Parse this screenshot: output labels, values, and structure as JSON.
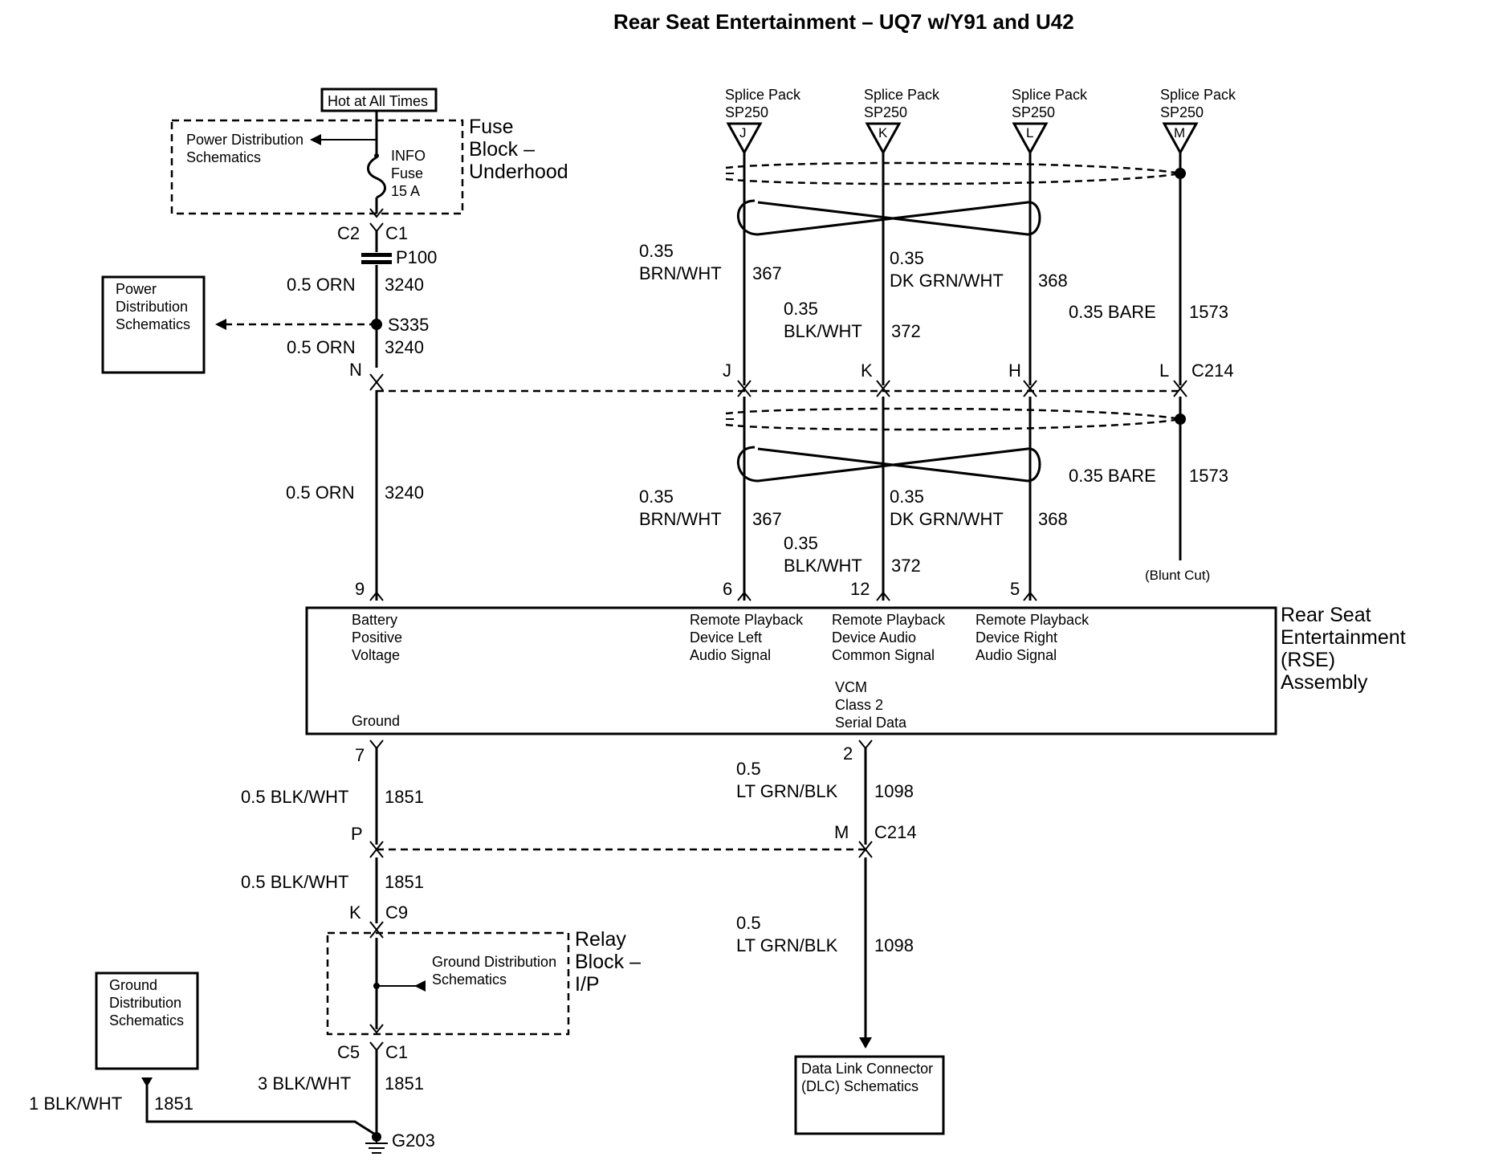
{
  "title": "Rear Seat Entertainment – UQ7  w/Y91  and U42",
  "fuse_block": {
    "hot_label": "Hot at All Times",
    "name_lines": [
      "Fuse",
      "Block –",
      "Underhood"
    ],
    "power_ref_lines": [
      "Power Distribution",
      "Schematics"
    ],
    "fuse_lines": [
      "INFO",
      "Fuse",
      "15 A"
    ]
  },
  "battery_circuit": {
    "conn_left": "C2",
    "conn_right": "C1",
    "plug": "P100",
    "wire_color_1": "0.5 ORN",
    "circuit_1": "3240",
    "splice": "S335",
    "power_ref_lines": [
      "Power",
      "Distribution",
      "Schematics"
    ],
    "wire_color_2": "0.5 ORN",
    "circuit_2": "3240",
    "c214_pin": "N",
    "wire_color_3": "0.5 ORN",
    "circuit_3": "3240",
    "rse_pin": "9"
  },
  "splice_packs": [
    {
      "name": "Splice Pack",
      "id": "SP250",
      "pin": "J"
    },
    {
      "name": "Splice Pack",
      "id": "SP250",
      "pin": "K"
    },
    {
      "name": "Splice Pack",
      "id": "SP250",
      "pin": "L"
    },
    {
      "name": "Splice Pack",
      "id": "SP250",
      "pin": "M"
    }
  ],
  "upper_wires": {
    "brn": {
      "size": "0.35",
      "color": "BRN/WHT",
      "circuit": "367"
    },
    "blk": {
      "size": "0.35",
      "color": "BLK/WHT",
      "circuit": "372"
    },
    "grn": {
      "size": "0.35",
      "color": "DK GRN/WHT",
      "circuit": "368"
    },
    "bare": {
      "label": "0.35 BARE",
      "circuit": "1573"
    }
  },
  "c214_upper": {
    "pins": [
      "J",
      "K",
      "H",
      "L"
    ],
    "name": "C214"
  },
  "lower_wires": {
    "brn": {
      "size": "0.35",
      "color": "BRN/WHT",
      "circuit": "367"
    },
    "blk": {
      "size": "0.35",
      "color": "BLK/WHT",
      "circuit": "372"
    },
    "grn": {
      "size": "0.35",
      "color": "DK GRN/WHT",
      "circuit": "368"
    },
    "bare": {
      "label": "0.35 BARE",
      "circuit": "1573"
    },
    "blunt_cut": "(Blunt Cut)"
  },
  "rse_pins_top": [
    "6",
    "12",
    "5"
  ],
  "rse": {
    "name_lines": [
      "Rear Seat",
      "Entertainment",
      "(RSE)",
      "Assembly"
    ],
    "battery_lines": [
      "Battery",
      "Positive",
      "Voltage"
    ],
    "left_audio_lines": [
      "Remote Playback",
      "Device Left",
      "Audio Signal"
    ],
    "common_lines": [
      "Remote Playback",
      "Device Audio",
      "Common Signal"
    ],
    "right_audio_lines": [
      "Remote Playback",
      "Device Right",
      "Audio Signal"
    ],
    "vcm_lines": [
      "VCM",
      "Class 2",
      "Serial Data"
    ],
    "ground": "Ground"
  },
  "ground_circuit": {
    "rse_pin": "7",
    "wire_color_1": "0.5 BLK/WHT",
    "circuit_1": "1851",
    "c214_pin": "P",
    "wire_color_2": "0.5 BLK/WHT",
    "circuit_2": "1851",
    "c9_pin": "K",
    "c9": "C9",
    "relay_block_lines": [
      "Relay",
      "Block –",
      "I/P"
    ],
    "ground_ref_lines": [
      "Ground Distribution",
      "Schematics"
    ],
    "conn_left": "C5",
    "conn_right": "C1",
    "wire_color_3": "3 BLK/WHT",
    "circuit_3": "1851",
    "ground_box_lines": [
      "Ground",
      "Distribution",
      "Schematics"
    ],
    "wire_color_4": "1 BLK/WHT",
    "circuit_4": "1851",
    "ground_point": "G203"
  },
  "data_circuit": {
    "rse_pin": "2",
    "size_1": "0.5",
    "color_1": "LT GRN/BLK",
    "circuit_1": "1098",
    "c214_pin": "M",
    "c214": "C214",
    "size_2": "0.5",
    "color_2": "LT GRN/BLK",
    "circuit_2": "1098",
    "dlc_lines": [
      "Data Link Connector",
      "(DLC) Schematics"
    ]
  }
}
